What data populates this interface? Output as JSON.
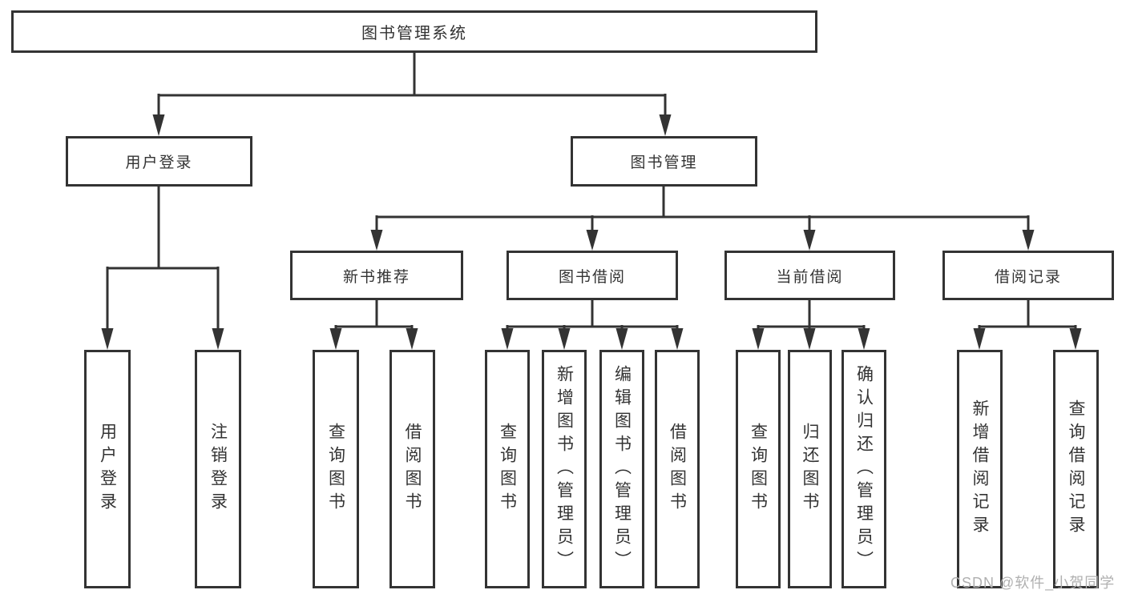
{
  "nodes": {
    "root": "图书管理系统",
    "level2": {
      "user_login": "用户登录",
      "book_management": "图书管理"
    },
    "level3": {
      "new_book_recommend": "新书推荐",
      "book_borrowing": "图书借阅",
      "current_borrowing": "当前借阅",
      "borrow_records": "借阅记录"
    },
    "leaves": {
      "user_login": "用户登录",
      "logout": "注销登录",
      "recommend_query_books": "查询图书",
      "recommend_borrow_books": "借阅图书",
      "borrowing_query_books": "查询图书",
      "borrowing_add_books_admin": "新增图书（管理员）",
      "borrowing_edit_books_admin": "编辑图书（管理员）",
      "borrowing_borrow_books": "借阅图书",
      "current_query_books": "查询图书",
      "current_return_books": "归还图书",
      "current_confirm_return_admin": "确认归还（管理员）",
      "records_add_record": "新增借阅记录",
      "records_query_record": "查询借阅记录"
    }
  },
  "watermark": {
    "text": "CSDN @软件_小贺同学"
  },
  "colors": {
    "line": "#333333",
    "box_border": "#333333",
    "box_fill": "#ffffff",
    "text": "#333333",
    "watermark": "#b0b0b0",
    "background": "#ffffff"
  }
}
